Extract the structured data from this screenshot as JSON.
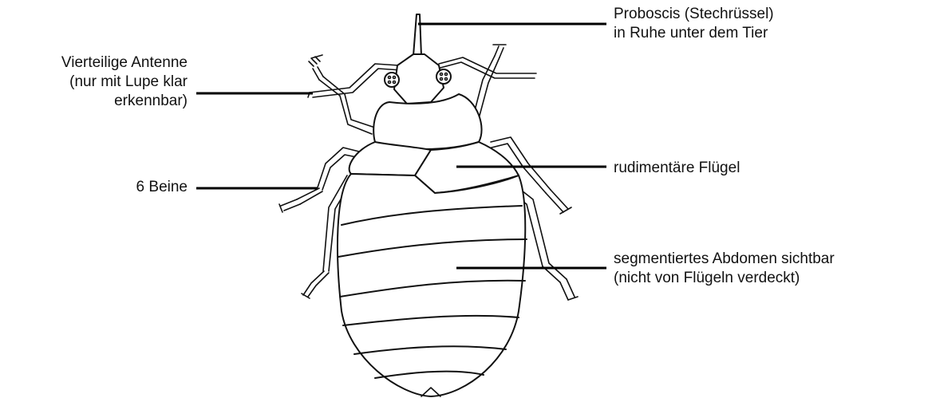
{
  "labels": {
    "proboscis": [
      "Proboscis (Stechrüssel)",
      "in Ruhe unter dem Tier"
    ],
    "antenna": [
      "Vierteilige Antenne",
      "(nur mit Lupe klar",
      "erkennbar)"
    ],
    "legs": [
      "6 Beine"
    ],
    "wings": [
      "rudimentäre Flügel"
    ],
    "abdomen": [
      "segmentiertes Abdomen sichtbar",
      "(nicht von Flügeln verdeckt)"
    ]
  },
  "colors": {
    "ink": "#111111",
    "background": "#ffffff"
  }
}
